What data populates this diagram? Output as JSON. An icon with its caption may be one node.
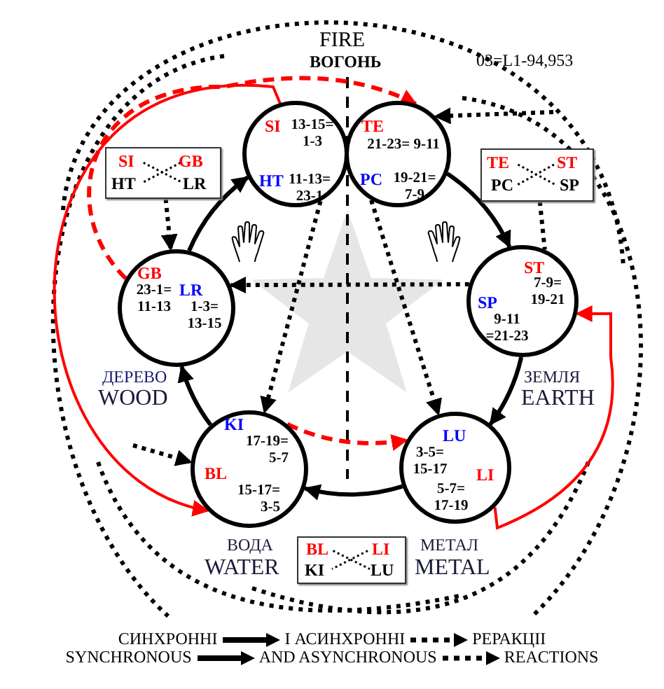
{
  "diagram": {
    "nodes": [
      {
        "text": [
          "SI",
          "13-15= 1-3",
          "HT",
          "11-13= 23-1"
        ]
      },
      {
        "text": [
          "TE",
          "21-23= 9-11",
          "PC",
          "19-21= 7-9"
        ]
      },
      {
        "text": [
          "SI",
          "GB",
          "HT",
          "LR"
        ]
      },
      {
        "text": [
          "TE",
          "ST",
          "PC",
          "SP"
        ]
      },
      {
        "text": [
          "GB",
          "23-1= 11-13",
          "LR",
          "1-3= 13-15"
        ]
      },
      {
        "text": [
          "ST",
          "7-9= 19-21",
          "SP",
          "9-11 =21-23"
        ]
      },
      {
        "text": [
          "KI",
          "17-19= 5-7",
          "BL",
          "15-17= 3-5"
        ]
      },
      {
        "text": [
          "LU",
          "3-5= 15-17",
          "LI",
          "5-7= 17-19"
        ]
      },
      {
        "text": [
          "BL",
          "LI",
          "KI",
          "LU"
        ]
      }
    ],
    "edges": [
      {
        "from": 4,
        "to": 0,
        "arrow": "to"
      },
      {
        "from": 1,
        "to": 5,
        "arrow": "to"
      },
      {
        "from": 5,
        "to": 7,
        "arrow": "to"
      },
      {
        "from": 7,
        "to": 6,
        "arrow": "to"
      },
      {
        "from": 6,
        "to": 4,
        "arrow": "to"
      },
      {
        "from": 1,
        "to": 7,
        "arrow": "to",
        "style": "dashed"
      },
      {
        "from": 0,
        "to": 6,
        "arrow": "to",
        "style": "dashed"
      },
      {
        "from": 5,
        "to": 4,
        "arrow": "to",
        "style": "dashed"
      },
      {
        "from": 2,
        "to": 4,
        "arrow": "to",
        "style": "dashed"
      },
      {
        "from": 3,
        "to": 5,
        "arrow": "none",
        "style": "dashed"
      },
      {
        "from": null,
        "to": 1,
        "arrow": "to",
        "style": "dashed"
      },
      {
        "from": null,
        "to": 6,
        "arrow": "to",
        "style": "dashed"
      },
      {
        "from": 0,
        "to": 6,
        "arrow": "to",
        "color": "#ff0000"
      },
      {
        "from": 7,
        "to": 5,
        "arrow": "to",
        "color": "#ff0000"
      },
      {
        "from": 4,
        "to": 1,
        "arrow": "to",
        "style": "dashed",
        "color": "#ff0000"
      },
      {
        "from": 6,
        "to": 7,
        "arrow": "to",
        "style": "dashed",
        "color": "#ff0000"
      }
    ],
    "labels": [
      "FIRE",
      "ВОГОНЬ",
      "03=L1-94,953",
      "ДЕРЕВО",
      "WOOD",
      "ЗЕМЛЯ",
      "EARTH",
      "ВОДА",
      "WATER",
      "МЕТАЛ",
      "METAL",
      "СИНХРОННІ",
      "І АСИНХРОННІ",
      "РЕРАКЦІІ",
      "SYNCHRONOUS",
      "AND ASYNCHRONOUS",
      "REACTIONS"
    ]
  }
}
